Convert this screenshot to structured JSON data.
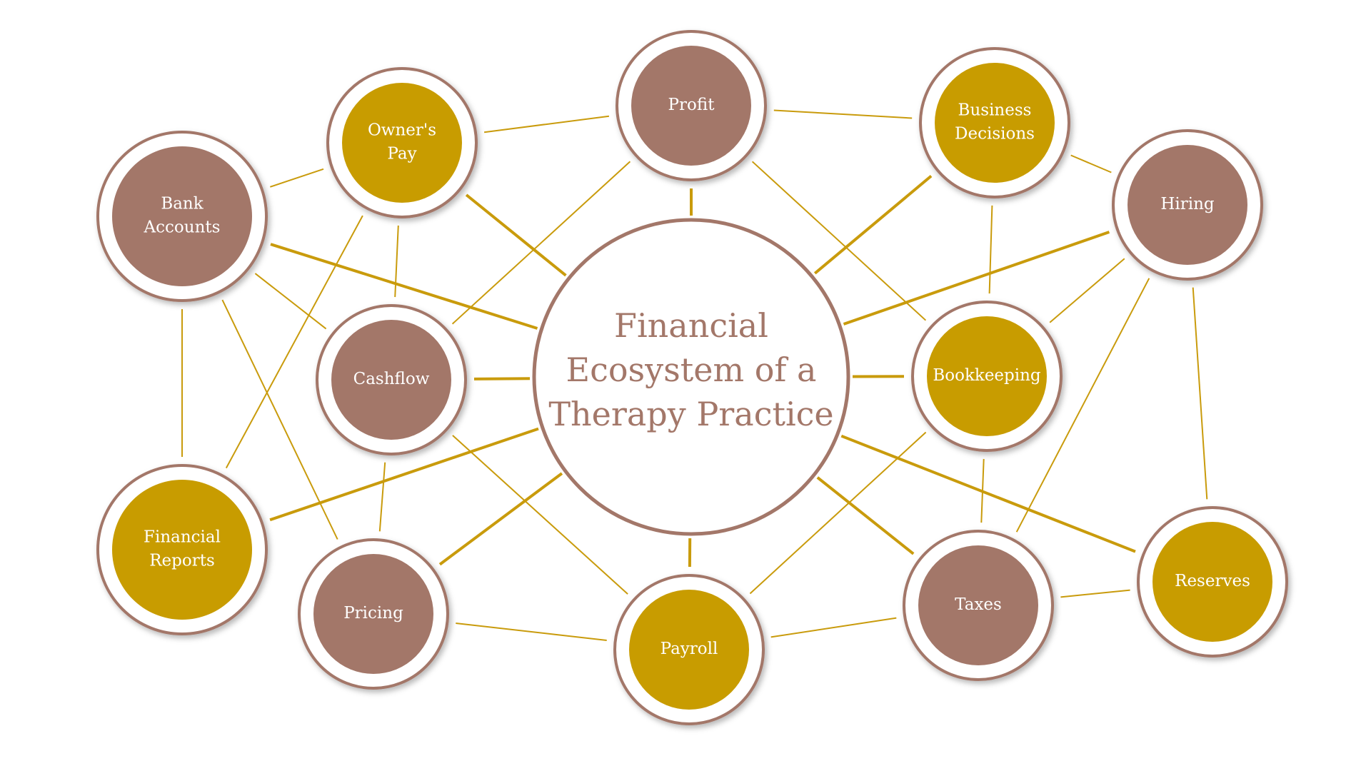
{
  "colors": {
    "mauve": "#a37769",
    "gold": "#c89c00",
    "line": "#c99b0c",
    "ring": "#a37769",
    "ring_fill": "#ffffff"
  },
  "center": {
    "id": "center",
    "lines": [
      "Financial",
      "Ecosystem of a",
      "Therapy Practice"
    ]
  },
  "nodes": [
    {
      "id": "profit",
      "lines": [
        "Profit"
      ],
      "color": "mauve"
    },
    {
      "id": "owners-pay",
      "lines": [
        "Owner's",
        "Pay"
      ],
      "color": "gold"
    },
    {
      "id": "business-decisions",
      "lines": [
        "Business",
        "Decisions"
      ],
      "color": "gold"
    },
    {
      "id": "bank-accounts",
      "lines": [
        "Bank",
        "Accounts"
      ],
      "color": "mauve"
    },
    {
      "id": "hiring",
      "lines": [
        "Hiring"
      ],
      "color": "mauve"
    },
    {
      "id": "cashflow",
      "lines": [
        "Cashflow"
      ],
      "color": "mauve"
    },
    {
      "id": "bookkeeping",
      "lines": [
        "Bookkeeping"
      ],
      "color": "gold"
    },
    {
      "id": "financial-reports",
      "lines": [
        "Financial",
        "Reports"
      ],
      "color": "gold"
    },
    {
      "id": "pricing",
      "lines": [
        "Pricing"
      ],
      "color": "mauve"
    },
    {
      "id": "payroll",
      "lines": [
        "Payroll"
      ],
      "color": "gold"
    },
    {
      "id": "taxes",
      "lines": [
        "Taxes"
      ],
      "color": "mauve"
    },
    {
      "id": "reserves",
      "lines": [
        "Reserves"
      ],
      "color": "gold"
    }
  ],
  "edges": [
    [
      "center",
      "profit"
    ],
    [
      "center",
      "owners-pay"
    ],
    [
      "center",
      "business-decisions"
    ],
    [
      "center",
      "bank-accounts"
    ],
    [
      "center",
      "hiring"
    ],
    [
      "center",
      "cashflow"
    ],
    [
      "center",
      "bookkeeping"
    ],
    [
      "center",
      "financial-reports"
    ],
    [
      "center",
      "pricing"
    ],
    [
      "center",
      "payroll"
    ],
    [
      "center",
      "taxes"
    ],
    [
      "center",
      "reserves"
    ],
    [
      "owners-pay",
      "profit"
    ],
    [
      "profit",
      "business-decisions"
    ],
    [
      "profit",
      "cashflow"
    ],
    [
      "profit",
      "bookkeeping"
    ],
    [
      "bank-accounts",
      "owners-pay"
    ],
    [
      "bank-accounts",
      "cashflow"
    ],
    [
      "bank-accounts",
      "financial-reports"
    ],
    [
      "bank-accounts",
      "pricing"
    ],
    [
      "owners-pay",
      "cashflow"
    ],
    [
      "owners-pay",
      "financial-reports"
    ],
    [
      "business-decisions",
      "hiring"
    ],
    [
      "business-decisions",
      "bookkeeping"
    ],
    [
      "hiring",
      "bookkeeping"
    ],
    [
      "hiring",
      "taxes"
    ],
    [
      "hiring",
      "reserves"
    ],
    [
      "cashflow",
      "pricing"
    ],
    [
      "cashflow",
      "payroll"
    ],
    [
      "bookkeeping",
      "payroll"
    ],
    [
      "bookkeeping",
      "taxes"
    ],
    [
      "pricing",
      "payroll"
    ],
    [
      "payroll",
      "taxes"
    ],
    [
      "taxes",
      "reserves"
    ]
  ]
}
